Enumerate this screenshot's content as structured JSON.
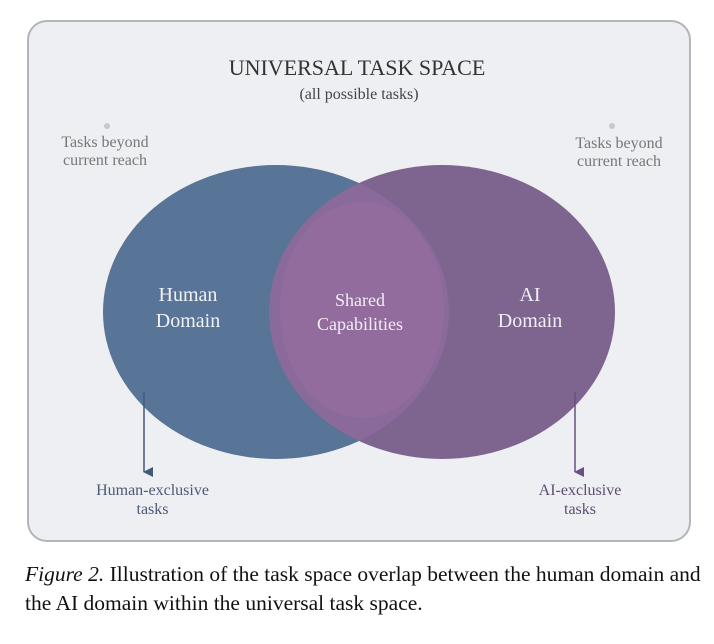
{
  "figure": {
    "title": "UNIVERSAL TASK SPACE",
    "subtitle": "(all possible tasks)",
    "beyond_left": [
      "Tasks beyond",
      "current reach"
    ],
    "beyond_right": [
      "Tasks beyond",
      "current reach"
    ],
    "human": [
      "Human",
      "Domain"
    ],
    "shared": [
      "Shared",
      "Capabilities"
    ],
    "ai": [
      "AI",
      "Domain"
    ],
    "human_exclusive": [
      "Human-exclusive",
      "tasks"
    ],
    "ai_exclusive": [
      "AI-exclusive",
      "tasks"
    ],
    "colors": {
      "human": "#587496",
      "ai": "#7e6590",
      "shared": "#946c9f",
      "background": "#eeeff2"
    }
  },
  "caption": {
    "label": "Figure 2.",
    "text": " Illustration of the task space overlap between the human domain and the AI domain within the universal task space."
  }
}
